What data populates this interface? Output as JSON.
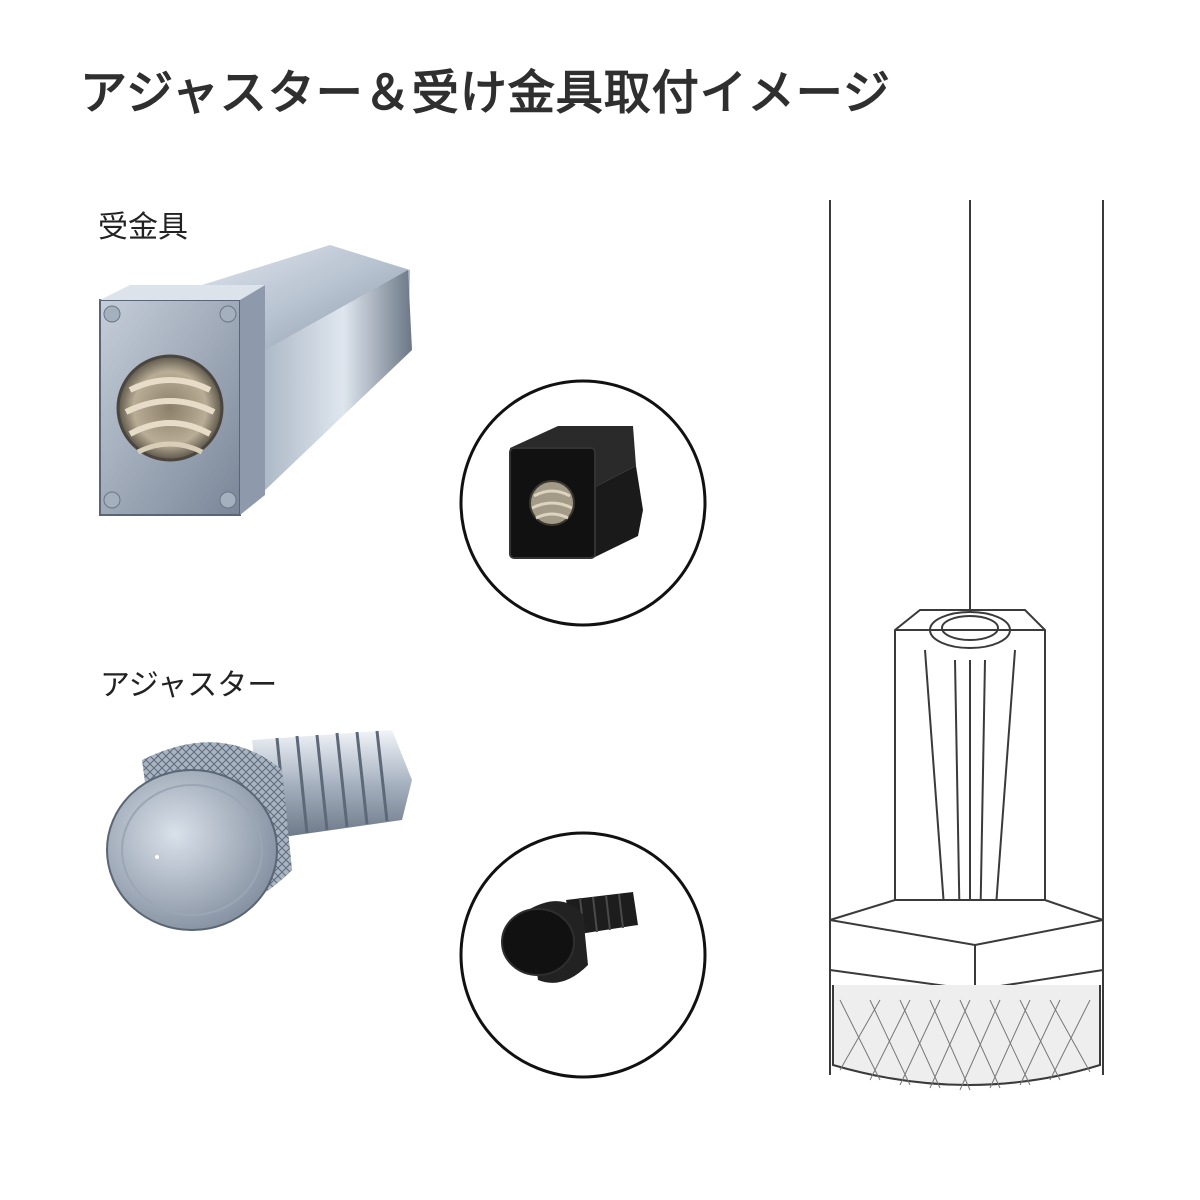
{
  "title": "アジャスター＆受け金具取付イメージ",
  "labels": {
    "bracket": "受金具",
    "adjuster": "アジャスター"
  },
  "illustrations": [
    "metal-bracket-photo",
    "black-bracket-circle-inset",
    "metal-adjuster-photo",
    "black-adjuster-circle-inset",
    "leg-installation-diagram"
  ],
  "colors": {
    "title": "#2f2f2f",
    "metal": "#9aa7b8",
    "black_part": "#151515",
    "line_drawing": "#3a3a3a"
  }
}
